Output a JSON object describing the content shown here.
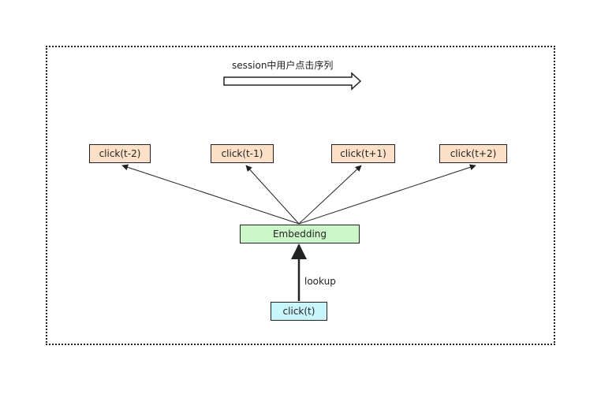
{
  "header": {
    "sequence_label": "session中用户点击序列"
  },
  "nodes": {
    "context": [
      {
        "label": "click(t-2)"
      },
      {
        "label": "click(t-1)"
      },
      {
        "label": "click(t+1)"
      },
      {
        "label": "click(t+2)"
      }
    ],
    "embedding": {
      "label": "Embedding"
    },
    "center": {
      "label": "click(t)"
    }
  },
  "edges": {
    "lookup_label": "lookup"
  },
  "colors": {
    "context_fill": "#fde0c8",
    "embedding_fill": "#ccf7c8",
    "center_fill": "#c8f6fb",
    "stroke": "#222222"
  }
}
